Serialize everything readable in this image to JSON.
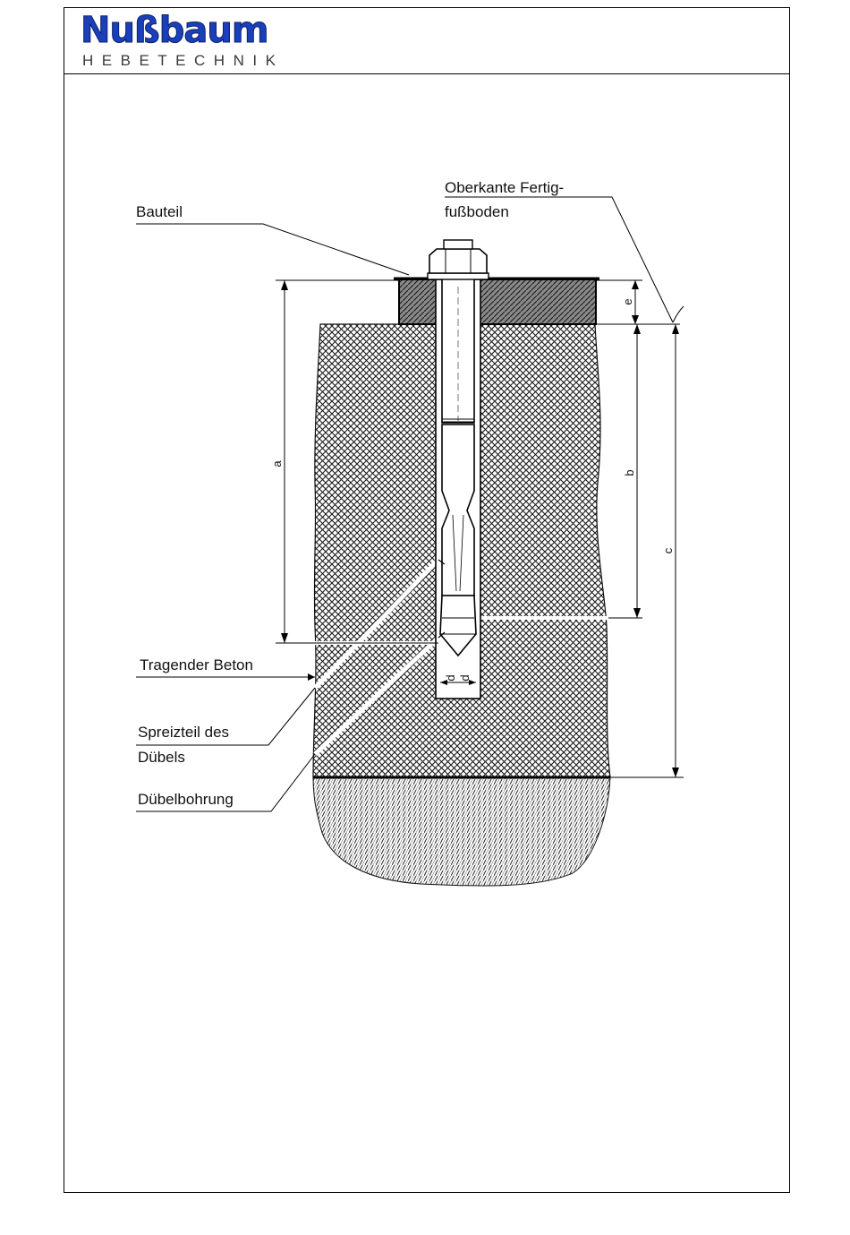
{
  "logo": {
    "brand": "Nußbaum",
    "subtitle": "HEBETECHNIK",
    "brand_color": "#1a3fb8"
  },
  "labels": {
    "oberkante_line1": "Oberkante Fertig-",
    "oberkante_line2": "fußboden",
    "bauteil": "Bauteil",
    "tragender_beton": "Tragender Beton",
    "spreizteil_line1": "Spreizteil des",
    "spreizteil_line2": "Dübels",
    "duebelbohrung": "Dübelbohrung"
  },
  "dimensions": {
    "a": "a",
    "b": "b",
    "c": "c",
    "e": "e",
    "d": "d",
    "d0": "d"
  }
}
